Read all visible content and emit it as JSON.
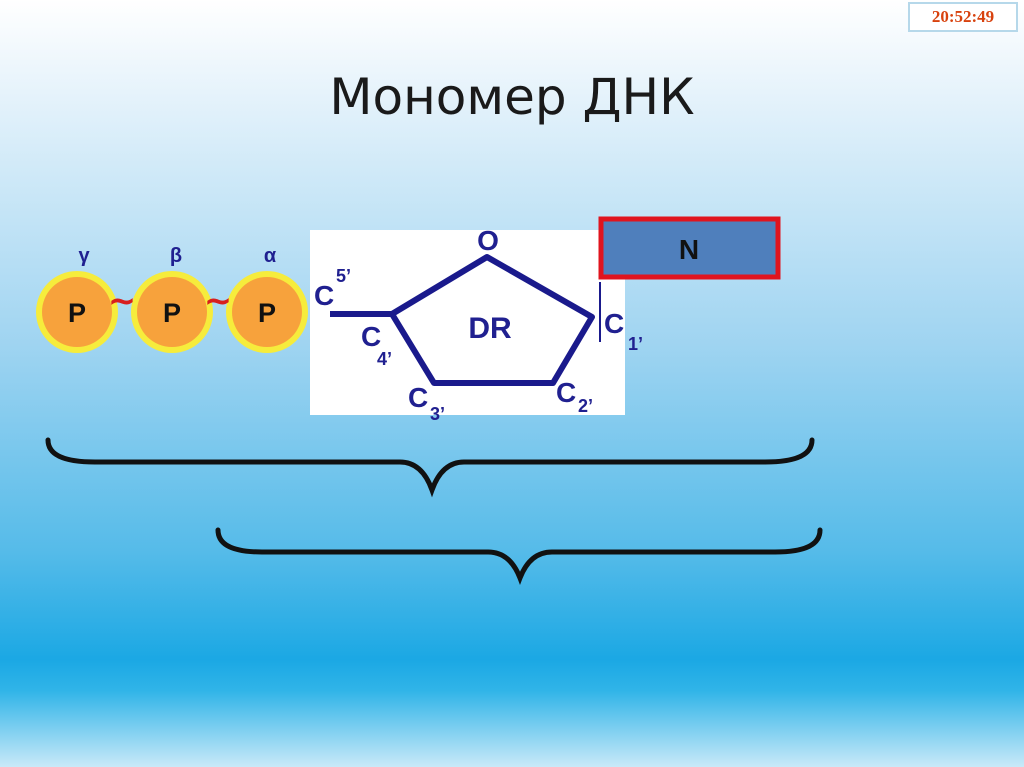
{
  "clock": {
    "time": "20:52:49"
  },
  "slide": {
    "title": "Мономер ДНК"
  },
  "phosphates": [
    {
      "greek": "γ",
      "label": "P"
    },
    {
      "greek": "β",
      "label": "P"
    },
    {
      "greek": "α",
      "label": "P"
    }
  ],
  "bonds": [
    "~",
    "~"
  ],
  "sugar": {
    "ring_label": "DR",
    "oxygen": "O",
    "carbons": {
      "c5": {
        "main": "C",
        "sub": "5’"
      },
      "c4": {
        "main": "C",
        "sub": "4’"
      },
      "c3": {
        "main": "C",
        "sub": "3’"
      },
      "c2": {
        "main": "C",
        "sub": "2’"
      },
      "c1": {
        "main": "C",
        "sub": "1’"
      }
    }
  },
  "base": {
    "label": "N"
  },
  "colors": {
    "phosphate_fill": "#f7a23c",
    "phosphate_ring": "#f6ec3c",
    "bond": "#d81e1e",
    "ring_line": "#1a1a8c",
    "base_fill": "#4f7fbc",
    "base_border": "#e0141e"
  }
}
